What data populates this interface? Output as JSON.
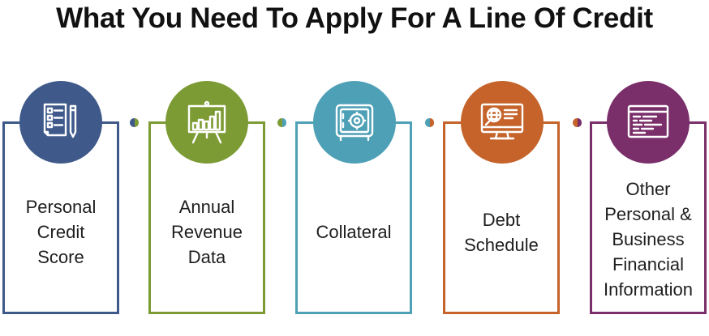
{
  "title": "What You Need To Apply For A Line Of Credit",
  "colors": {
    "blue": "#3f5a8a",
    "green": "#7c9b34",
    "teal": "#4ea0b6",
    "orange": "#c5632a",
    "purple": "#7a2f6a"
  },
  "items": [
    {
      "label": "Personal\nCredit\nScore",
      "icon": "document-pencil-icon",
      "color": "#3f5a8a"
    },
    {
      "label": "Annual\nRevenue\nData",
      "icon": "bar-chart-easel-icon",
      "color": "#7c9b34"
    },
    {
      "label": "Collateral",
      "icon": "safe-icon",
      "color": "#4ea0b6"
    },
    {
      "label": "Debt\nSchedule",
      "icon": "computer-globe-icon",
      "color": "#c5632a"
    },
    {
      "label": "Other\nPersonal &\nBusiness\nFinancial\nInformation",
      "icon": "code-window-icon",
      "color": "#7a2f6a"
    }
  ]
}
